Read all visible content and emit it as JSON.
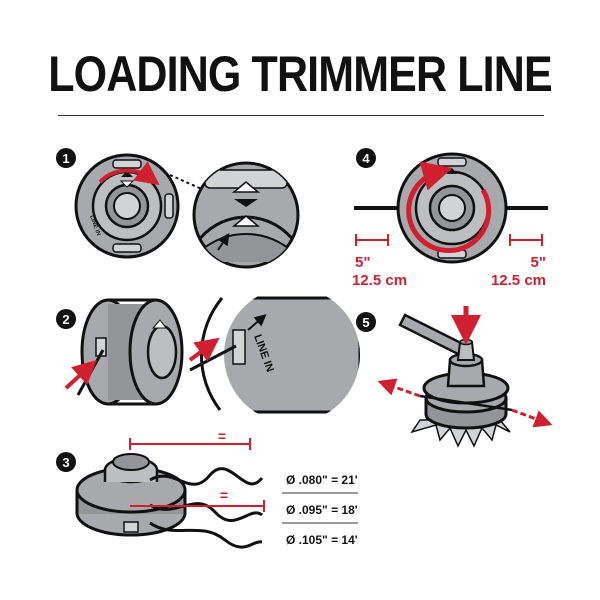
{
  "title": "LOADING TRIMMER LINE",
  "steps": [
    "1",
    "2",
    "3",
    "4",
    "5"
  ],
  "spool_label": "LINE IN",
  "equals": "=",
  "step4": {
    "left_in": "5\"",
    "left_cm": "12.5 cm",
    "right_in": "5\"",
    "right_cm": "12.5 cm"
  },
  "line_lengths": [
    {
      "diameter": "Ø .080\"",
      "length": "= 21'"
    },
    {
      "diameter": "Ø .095\"",
      "length": "= 18'"
    },
    {
      "diameter": "Ø .105\"",
      "length": "= 14'"
    }
  ],
  "colors": {
    "accent": "#d11f2f",
    "spool_gray": "#a7a9ac",
    "dark_gray": "#58595b",
    "outline": "#111111"
  }
}
